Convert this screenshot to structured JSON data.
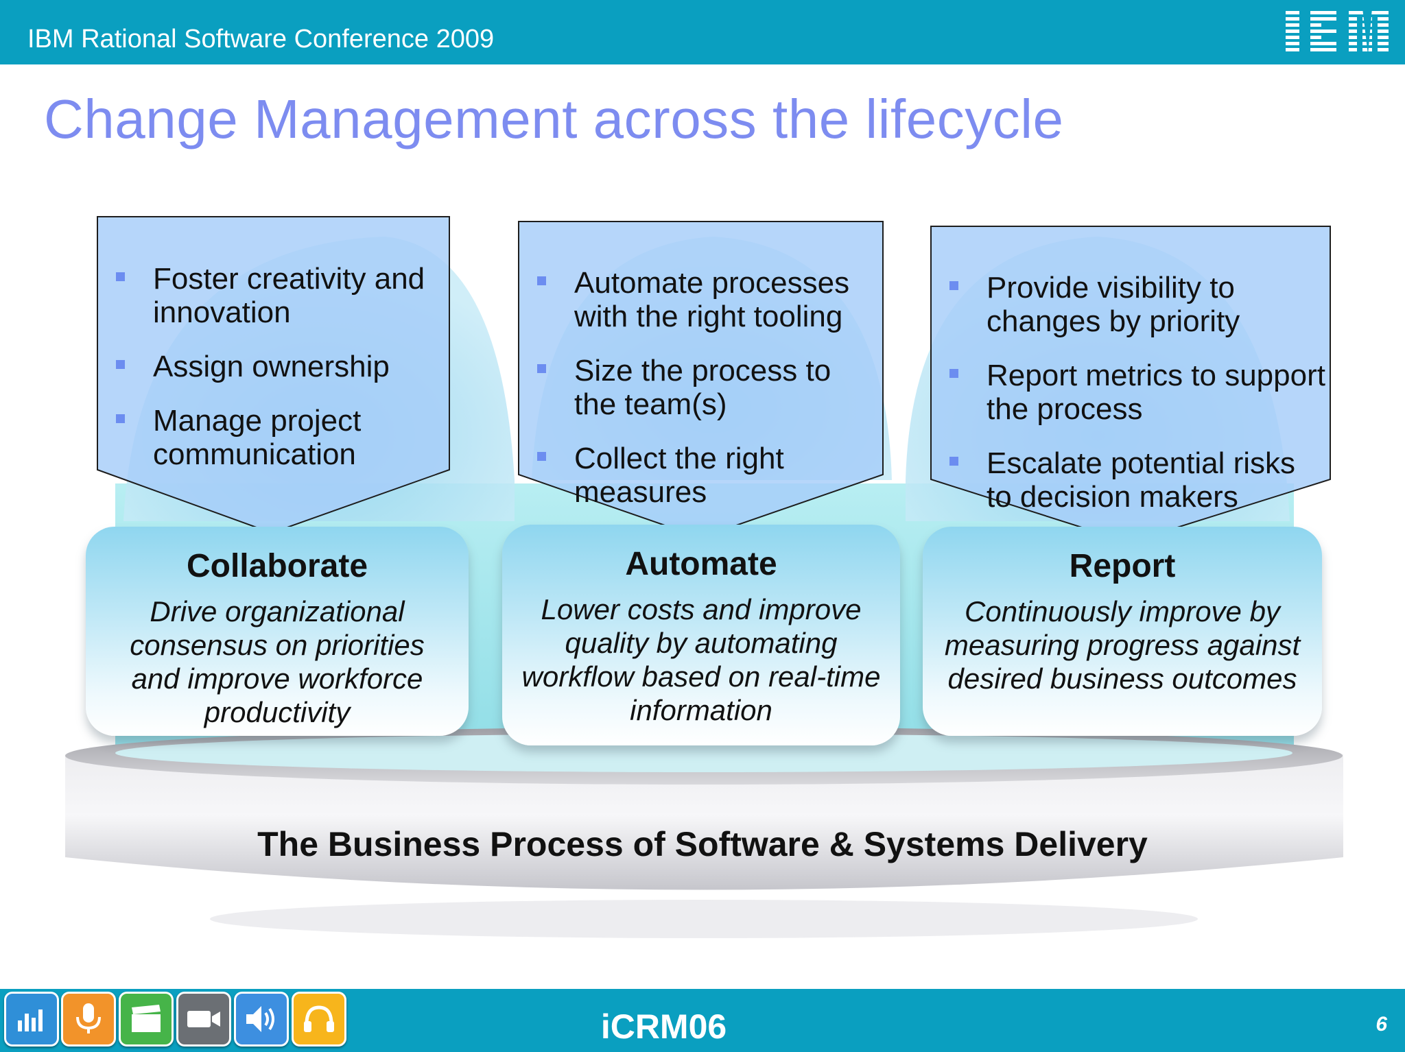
{
  "header": {
    "conference": "IBM Rational Software Conference 2009",
    "logo_text": "IBM",
    "bar_color": "#0a9fc0"
  },
  "slide": {
    "title": "Change Management across the lifecycle",
    "title_color": "#7d8cf0"
  },
  "columns": [
    {
      "name": "Collaborate",
      "description": "Drive organizational consensus on priorities and improve workforce productivity",
      "bullets": [
        "Foster creativity and innovation",
        "Assign ownership",
        "Manage project communication"
      ]
    },
    {
      "name": "Automate",
      "description": "Lower costs and improve quality by automating workflow based on real-time information",
      "bullets": [
        "Automate processes with the right tooling",
        "Size the process to the team(s)",
        "Collect the right measures"
      ]
    },
    {
      "name": "Report",
      "description": "Continuously improve by measuring progress against desired business outcomes",
      "bullets": [
        "Provide visibility to changes by priority",
        "Report metrics to support the process",
        "Escalate potential risks to decision makers"
      ]
    }
  ],
  "platform": {
    "label": "The Business Process of Software & Systems Delivery"
  },
  "footer": {
    "session_code": "iCRM06",
    "page_number": "6",
    "media_buttons": [
      {
        "icon": "chart-icon",
        "color": "#2f8fd8"
      },
      {
        "icon": "microphone-icon",
        "color": "#f2932a"
      },
      {
        "icon": "clapperboard-icon",
        "color": "#46b449"
      },
      {
        "icon": "video-camera-icon",
        "color": "#6b6f74"
      },
      {
        "icon": "speaker-icon",
        "color": "#3d8fe0"
      },
      {
        "icon": "headphones-icon",
        "color": "#f7b51c"
      }
    ]
  }
}
